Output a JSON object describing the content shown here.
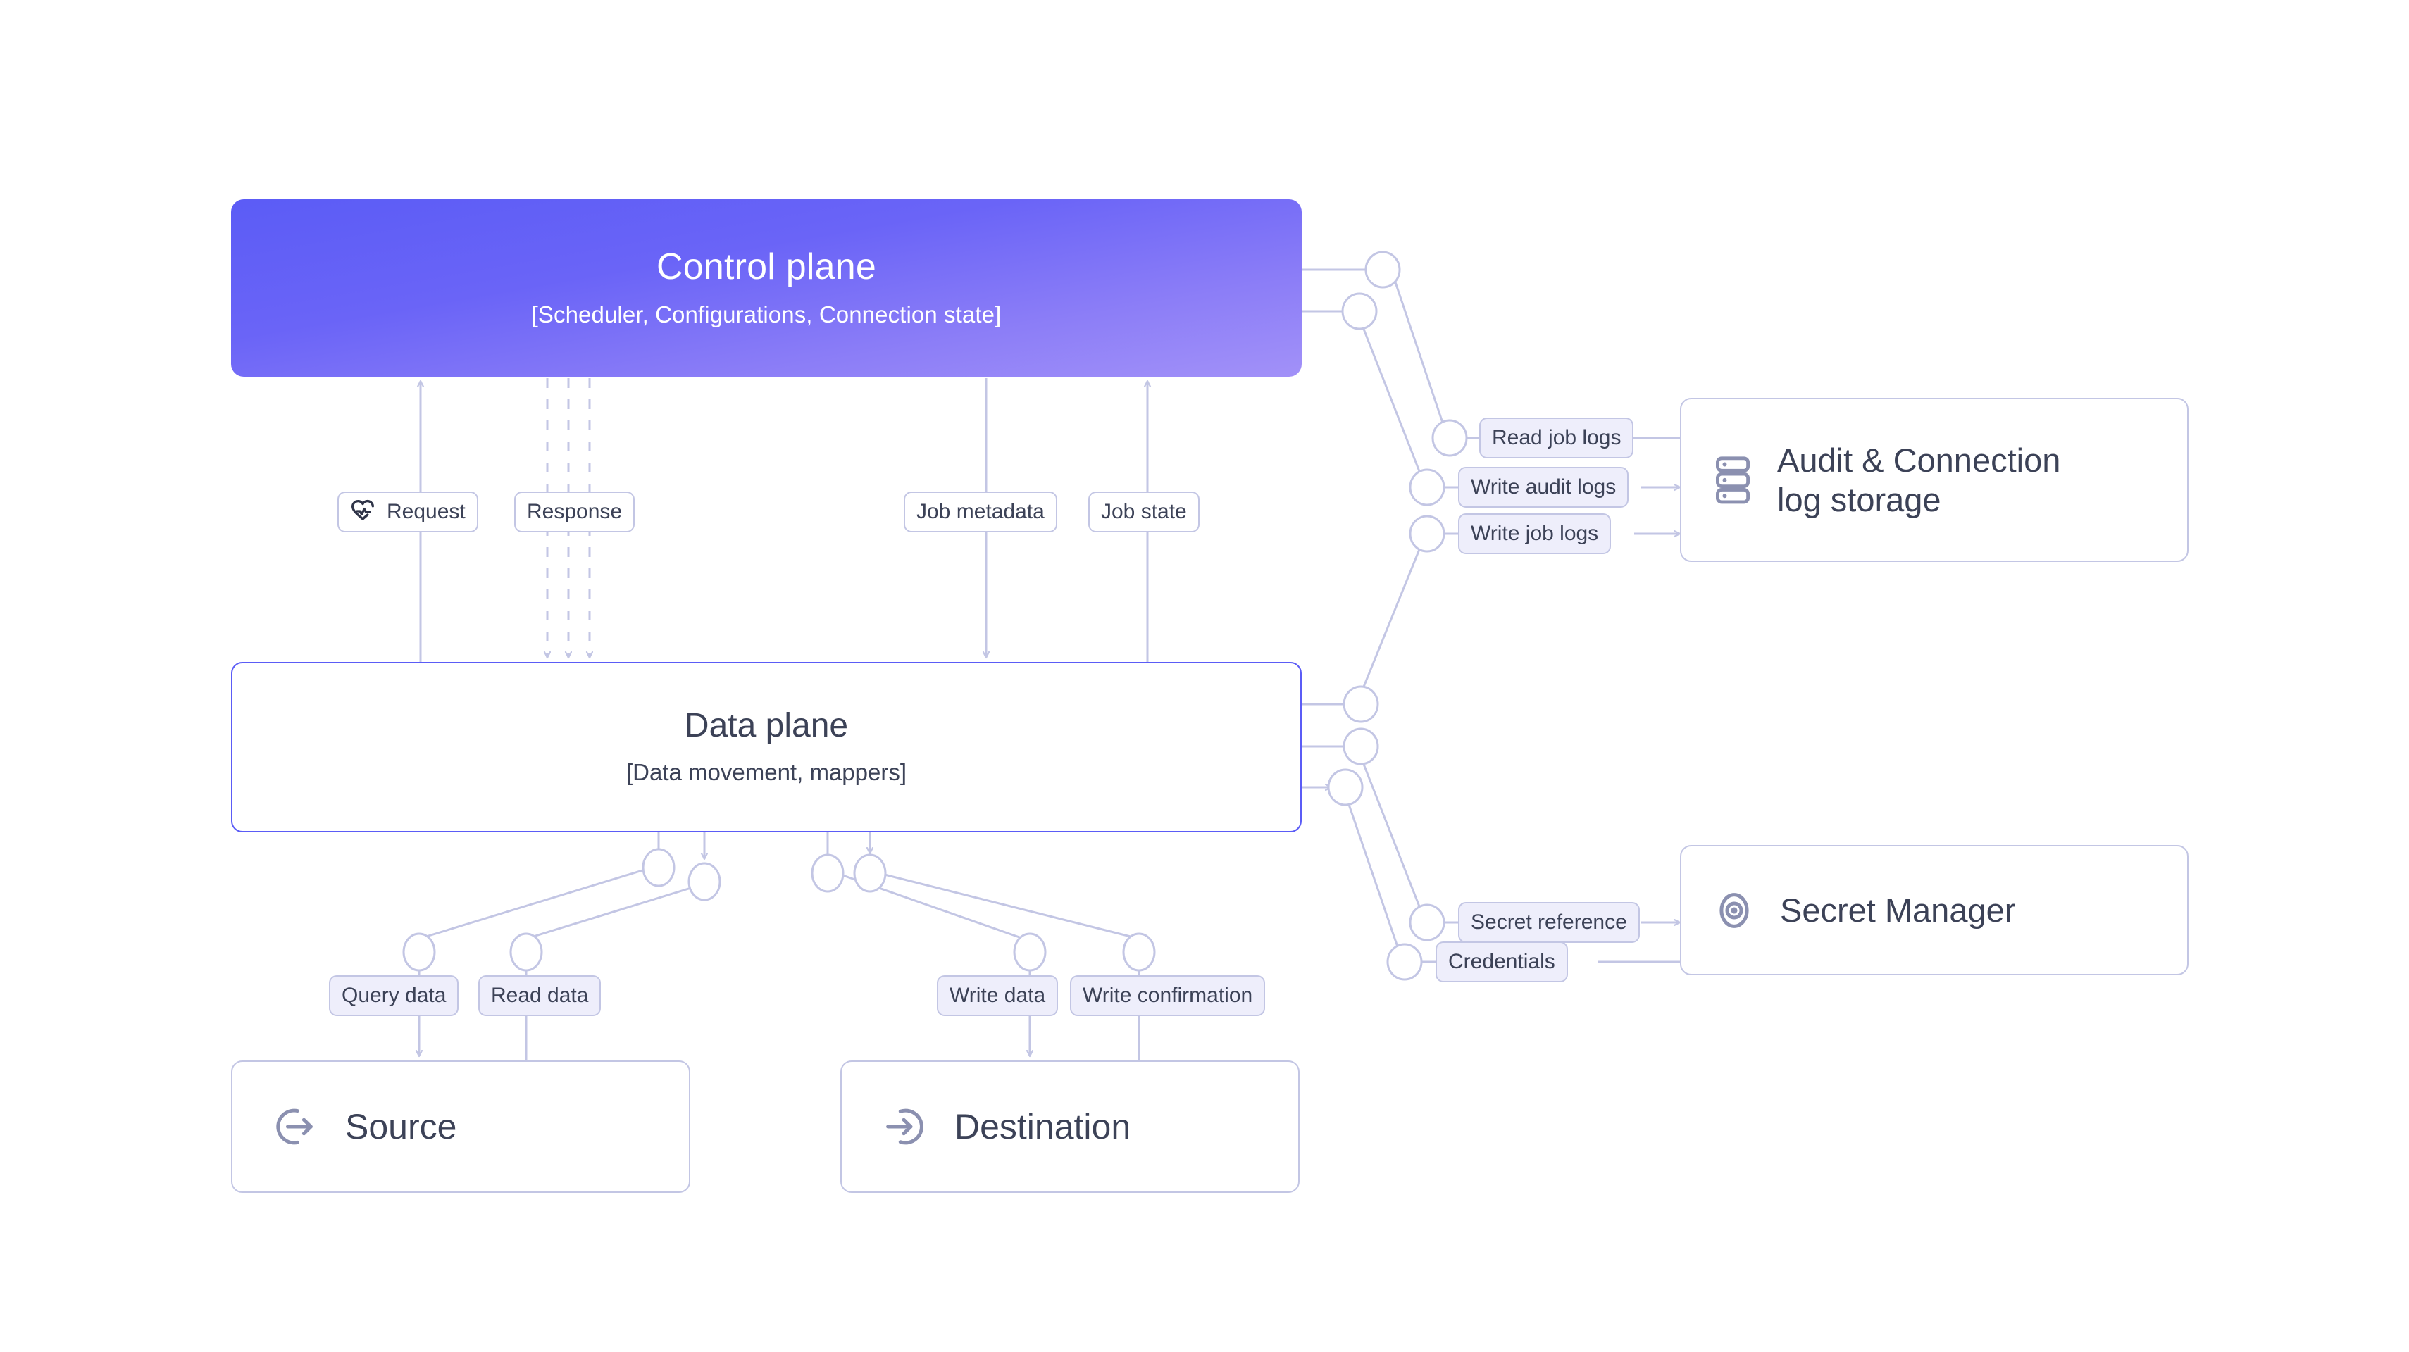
{
  "diagram": {
    "title_context": "Data movement architecture",
    "nodes": {
      "control_plane": {
        "title": "Control plane",
        "subtitle": "[Scheduler, Configurations, Connection state]",
        "gradient_from": "#5b5cf6",
        "gradient_to": "#a291f8",
        "text_color": "#ffffff"
      },
      "data_plane": {
        "title": "Data plane",
        "subtitle": "[Data movement, mappers]",
        "border_color": "#5b5cf6",
        "text_color": "#3c4257"
      },
      "audit_storage": {
        "label": "Audit & Connection\nlog storage",
        "label_line1": "Audit & Connection",
        "label_line2": "log storage",
        "icon": "server-stack-icon"
      },
      "secret_manager": {
        "label": "Secret Manager",
        "icon": "secret-eye-icon"
      },
      "source": {
        "label": "Source",
        "icon": "log-out-icon"
      },
      "destination": {
        "label": "Destination",
        "icon": "log-in-icon"
      }
    },
    "edge_labels": {
      "request": {
        "text": "Request",
        "icon": "heart-pulse-icon",
        "style": "white"
      },
      "response": {
        "text": "Response",
        "style": "white"
      },
      "job_metadata": {
        "text": "Job metadata",
        "style": "white"
      },
      "job_state": {
        "text": "Job state",
        "style": "white"
      },
      "read_job_logs": {
        "text": "Read job logs",
        "style": "tinted"
      },
      "write_audit_logs": {
        "text": "Write audit logs",
        "style": "tinted"
      },
      "write_job_logs": {
        "text": "Write job logs",
        "style": "tinted"
      },
      "secret_reference": {
        "text": "Secret reference",
        "style": "tinted"
      },
      "credentials": {
        "text": "Credentials",
        "style": "tinted"
      },
      "query_data": {
        "text": "Query data",
        "style": "tinted"
      },
      "read_data": {
        "text": "Read data",
        "style": "tinted"
      },
      "write_data": {
        "text": "Write data",
        "style": "tinted"
      },
      "write_confirmation": {
        "text": "Write confirmation",
        "style": "tinted"
      }
    },
    "colors": {
      "wire": "#c3c6e4",
      "accent": "#5b5cf6",
      "icon_dark": "#2f3448",
      "icon_grey": "#8b90b0",
      "text": "#3c4257",
      "pill_tint": "#eeeefb",
      "background": "#ffffff"
    }
  }
}
